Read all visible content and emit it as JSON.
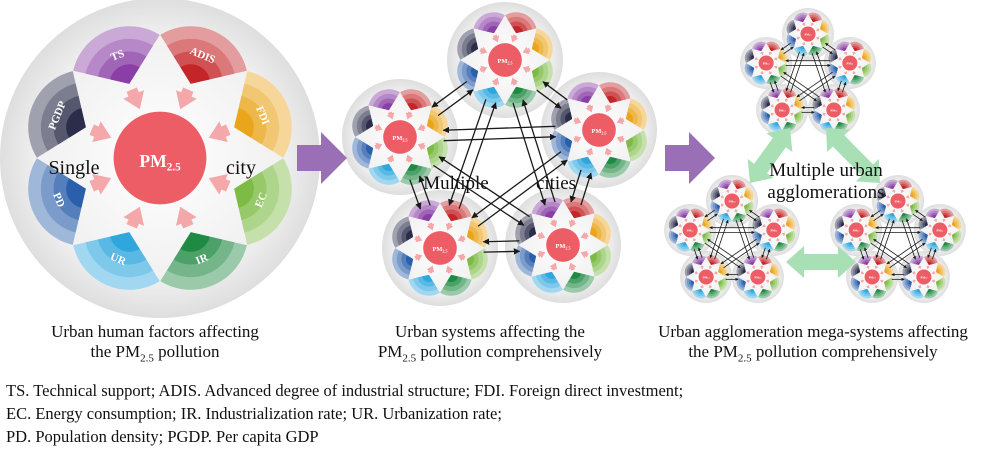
{
  "panel1": {
    "center_label": "PM",
    "center_sub": "2.5",
    "word_left": "Single",
    "word_right": "city",
    "factors": [
      {
        "abbr": "TS",
        "color": "#8a3fa6"
      },
      {
        "abbr": "ADIS",
        "color": "#c42528"
      },
      {
        "abbr": "FDI",
        "color": "#eaa51d"
      },
      {
        "abbr": "EC",
        "color": "#7dbb45"
      },
      {
        "abbr": "IR",
        "color": "#1f8a43"
      },
      {
        "abbr": "UR",
        "color": "#2fa7dd"
      },
      {
        "abbr": "PD",
        "color": "#2a5fab"
      },
      {
        "abbr": "PGDP",
        "color": "#2b2d4a"
      }
    ],
    "caption_line1": "Urban human factors affecting",
    "caption_line2_pre": "the PM",
    "caption_line2_sub": "2.5",
    "caption_line2_post": " pollution"
  },
  "panel2": {
    "word_left": "Multiple",
    "word_right": "cities",
    "caption_line1": "Urban systems affecting the",
    "caption_line2_pre": "PM",
    "caption_line2_sub": "2.5",
    "caption_line2_post": " pollution comprehensively"
  },
  "panel3": {
    "label_line1": "Multiple urban",
    "label_line2": "agglomerations",
    "caption_line1": "Urban agglomeration mega-systems affecting",
    "caption_line2_pre": "the PM",
    "caption_line2_sub": "2.5",
    "caption_line2_post": " pollution comprehensively"
  },
  "legend": {
    "line1": "TS. Technical support; ADIS. Advanced degree of industrial structure; FDI. Foreign direct investment;",
    "line2": "EC. Energy consumption; IR. Industrialization rate; UR. Urbanization rate;",
    "line3": "PD. Population density; PGDP. Per capita GDP"
  },
  "colors": {
    "center": "#ec5d65",
    "arrow_pink": "#f4a8aa",
    "big_arrow": "#9b6fb5",
    "green_arrow": "#a9dfb4",
    "halo": "#e9e9e9"
  }
}
